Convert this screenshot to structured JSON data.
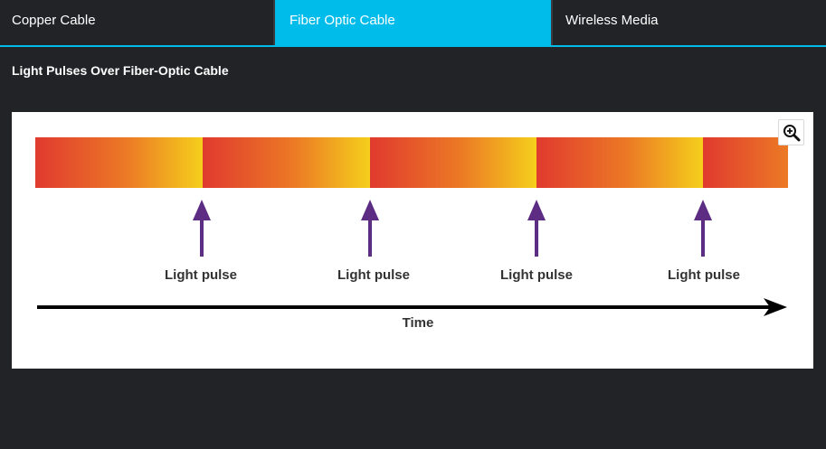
{
  "tabs": [
    {
      "label": "Copper Cable",
      "active": false
    },
    {
      "label": "Fiber Optic Cable",
      "active": true
    },
    {
      "label": "Wireless Media",
      "active": false
    }
  ],
  "section": {
    "title": "Light Pulses Over Fiber-Optic Cable"
  },
  "diagram": {
    "pulse_label": "Light pulse",
    "time_label": "Time",
    "pulse_count": 4,
    "colors": {
      "pulse_start": "#e03a2f",
      "pulse_mid": "#ec7a25",
      "pulse_end": "#f5cf1c",
      "arrow": "#5c2d82",
      "time_arrow": "#000000"
    }
  },
  "zoom": {
    "icon": "zoom-in-icon"
  }
}
